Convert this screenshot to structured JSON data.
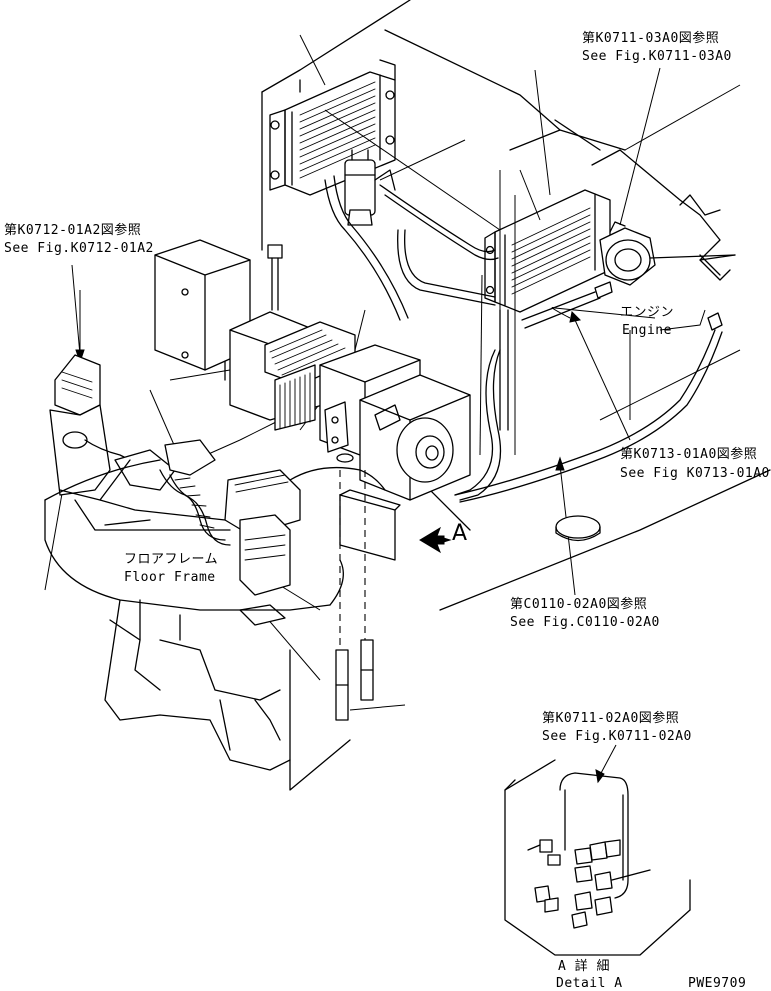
{
  "callouts": {
    "k0711_03a0": {
      "jp": "第K0711-03A0図参照",
      "en": "See Fig.K0711-03A0"
    },
    "k0712_01a2": {
      "jp": "第K0712-01A2図参照",
      "en": "See Fig.K0712-01A2"
    },
    "engine": {
      "jp": "エンジン",
      "en": "Engine"
    },
    "k0713_01a0": {
      "jp": "第K0713-01A0図参照",
      "en": "See Fig K0713-01A0"
    },
    "floor_frame": {
      "jp": "フロアフレーム",
      "en": "Floor Frame"
    },
    "c0110_02a0": {
      "jp": "第C0110-02A0図参照",
      "en": "See Fig.C0110-02A0"
    },
    "k0711_02a0": {
      "jp": "第K0711-02A0図参照",
      "en": "See Fig.K0711-02A0"
    },
    "detail": {
      "jp": "A 詳 細",
      "en": "Detail A"
    },
    "view_marker": "A"
  },
  "drawing_number": "PWE9709"
}
